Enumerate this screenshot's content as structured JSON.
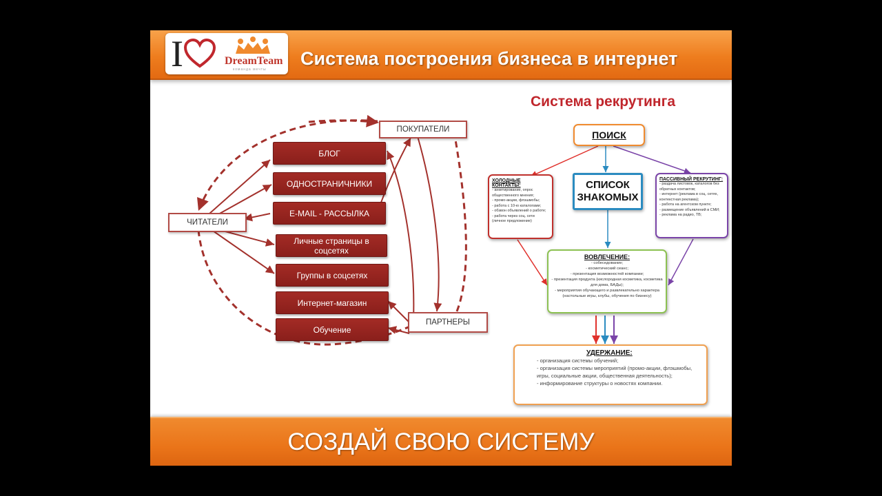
{
  "header": {
    "logo_letter": "I",
    "logo_text": "DreamTeam",
    "logo_small": "команда мечты",
    "title": "Система построения бизнеса в интернет"
  },
  "left_diagram": {
    "buyers": "ПОКУПАТЕЛИ",
    "readers": "ЧИТАТЕЛИ",
    "partners": "ПАРТНЕРЫ",
    "channels": [
      "БЛОГ",
      "ОДНОСТРАНИЧНИКИ",
      "E-MAIL - РАССЫЛКА",
      "Личные страницы в соцсетях",
      "Группы в соцсетях",
      "Интернет-магазин",
      "Обучение"
    ]
  },
  "recruiting": {
    "title": "Система рекрутинга",
    "search": "ПОИСК",
    "contacts_list": "СПИСОК ЗНАКОМЫХ",
    "cold": {
      "heading": "ХОЛОДНЫЕ КОНТАКТЫ:",
      "items": [
        "- анкетирование, опрос общественного мнения;",
        "- промо-акции, флэшмобы;",
        "- работа с 10-ю каталогами;",
        "- обзвон объявлений о работе;",
        "- работа через соц. сети (личное предложение)"
      ]
    },
    "passive": {
      "heading": "ПАССИВНЫЙ РЕКРУТИНГ:",
      "items": [
        "- раздача листовок, каталогов без обратных контактов;",
        "- интернет (реклама в соц. сетях, контекстная реклама);",
        "- работа на агентском пункте;",
        "- размещение объявлений в СМИ;",
        "- реклама на радио, ТВ;"
      ]
    },
    "involvement": {
      "heading": "ВОВЛЕЧЕНИЕ:",
      "items": [
        "- собеседование;",
        "- косметический сеанс;",
        "- презентация возможностей компании;",
        "- презентация продукта (кислородная косметика, косметика для дома, БАДы);",
        "- мероприятия обучающего и развлекательно характера (настольные игры, клубы, обучения по бизнесу)"
      ]
    },
    "retention": {
      "heading": "УДЕРЖАНИЕ:",
      "items": [
        "- организация системы обучений;",
        "- организация системы мероприятий (промо-акции, флэшмобы, игры, социальные акции, общественная деятельность);",
        "- информирование структуры о новостях компании."
      ]
    }
  },
  "footer": {
    "slogan": "СОЗДАЙ СВОЮ СИСТЕМУ"
  },
  "colors": {
    "orange": "#ee7d1e",
    "dark_red": "#8a1f1b",
    "blue": "#2a8bc0",
    "purple": "#7a44a8",
    "green": "#8cc152"
  }
}
